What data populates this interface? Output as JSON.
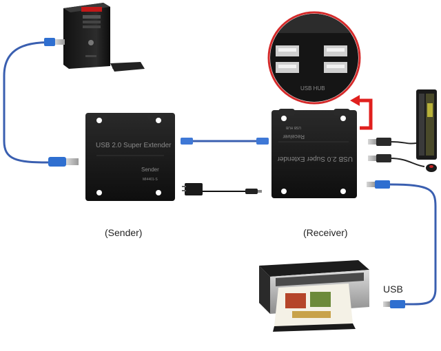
{
  "labels": {
    "sender_caption": "(Sender)",
    "receiver_caption": "(Receiver)",
    "usb_caption": "USB"
  },
  "sender_unit": {
    "title": "USB 2.0 Super Extender",
    "role": "Sender",
    "model": "MI4401-S"
  },
  "receiver_unit": {
    "title": "USB 2.0 Super Extender",
    "role": "Receiver",
    "port_label": "USB HUB"
  },
  "hub_zoom": {
    "label": "USB HUB"
  },
  "colors": {
    "usb_cable": "#3a5fb0",
    "usb_plug": "#2f6fd0",
    "callout_arrow": "#e0201e",
    "zoom_ring": "#d42a2a",
    "device_body": "#1a1a1a"
  }
}
